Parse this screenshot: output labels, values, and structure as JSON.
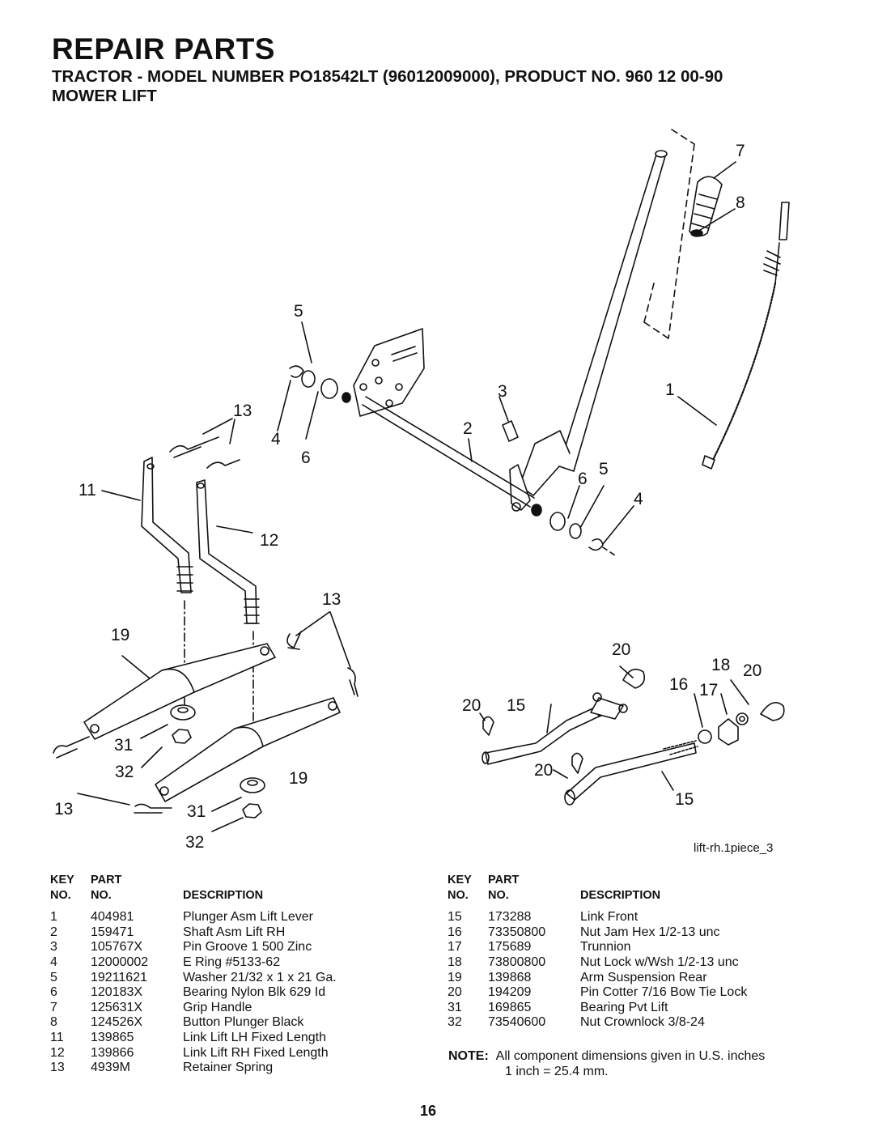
{
  "header": {
    "title": "REPAIR PARTS",
    "subtitle": "TRACTOR  - MODEL NUMBER  PO18542LT (96012009000), PRODUCT NO. 960 12 00-90",
    "section": "MOWER LIFT"
  },
  "diagram": {
    "callouts": [
      "7",
      "8",
      "5",
      "3",
      "1",
      "13",
      "4",
      "2",
      "6",
      "11",
      "6",
      "5",
      "4",
      "12",
      "13",
      "19",
      "20",
      "18",
      "20",
      "16",
      "17",
      "20",
      "15",
      "31",
      "32",
      "19",
      "20",
      "13",
      "31",
      "15",
      "32"
    ],
    "reference_code": "lift-rh.1piece_3"
  },
  "table_headers": {
    "key_top": "KEY",
    "part_top": "PART",
    "key_bottom": "NO.",
    "part_bottom": "NO.",
    "description": "DESCRIPTION"
  },
  "parts_left": [
    {
      "key": "1",
      "part": "404981",
      "desc": "Plunger Asm Lift Lever"
    },
    {
      "key": "2",
      "part": "159471",
      "desc": "Shaft Asm Lift RH"
    },
    {
      "key": "3",
      "part": "105767X",
      "desc": "Pin Groove 1 500 Zinc"
    },
    {
      "key": "4",
      "part": "12000002",
      "desc": "E Ring #5133-62"
    },
    {
      "key": "5",
      "part": "19211621",
      "desc": "Washer 21/32 x 1 x 21 Ga."
    },
    {
      "key": "6",
      "part": "120183X",
      "desc": "Bearing Nylon Blk 629 Id"
    },
    {
      "key": "7",
      "part": "125631X",
      "desc": "Grip Handle"
    },
    {
      "key": "8",
      "part": "124526X",
      "desc": "Button Plunger Black"
    },
    {
      "key": "11",
      "part": "139865",
      "desc": "Link Lift LH Fixed Length"
    },
    {
      "key": "12",
      "part": "139866",
      "desc": "Link Lift RH Fixed Length"
    },
    {
      "key": "13",
      "part": "4939M",
      "desc": "Retainer Spring"
    }
  ],
  "parts_right": [
    {
      "key": "15",
      "part": "173288",
      "desc": "Link Front"
    },
    {
      "key": "16",
      "part": "73350800",
      "desc": "Nut Jam Hex 1/2-13 unc"
    },
    {
      "key": "17",
      "part": "175689",
      "desc": "Trunnion"
    },
    {
      "key": "18",
      "part": "73800800",
      "desc": "Nut Lock w/Wsh 1/2-13 unc"
    },
    {
      "key": "19",
      "part": "139868",
      "desc": "Arm Suspension Rear"
    },
    {
      "key": "20",
      "part": "194209",
      "desc": "Pin Cotter 7/16 Bow Tie Lock"
    },
    {
      "key": "31",
      "part": "169865",
      "desc": "Bearing Pvt Lift"
    },
    {
      "key": "32",
      "part": "73540600",
      "desc": "Nut Crownlock 3/8-24"
    }
  ],
  "note": {
    "label": "NOTE:",
    "line1": "All component dimensions given in U.S. inches",
    "line2": "1 inch = 25.4 mm."
  },
  "page_number": "16"
}
